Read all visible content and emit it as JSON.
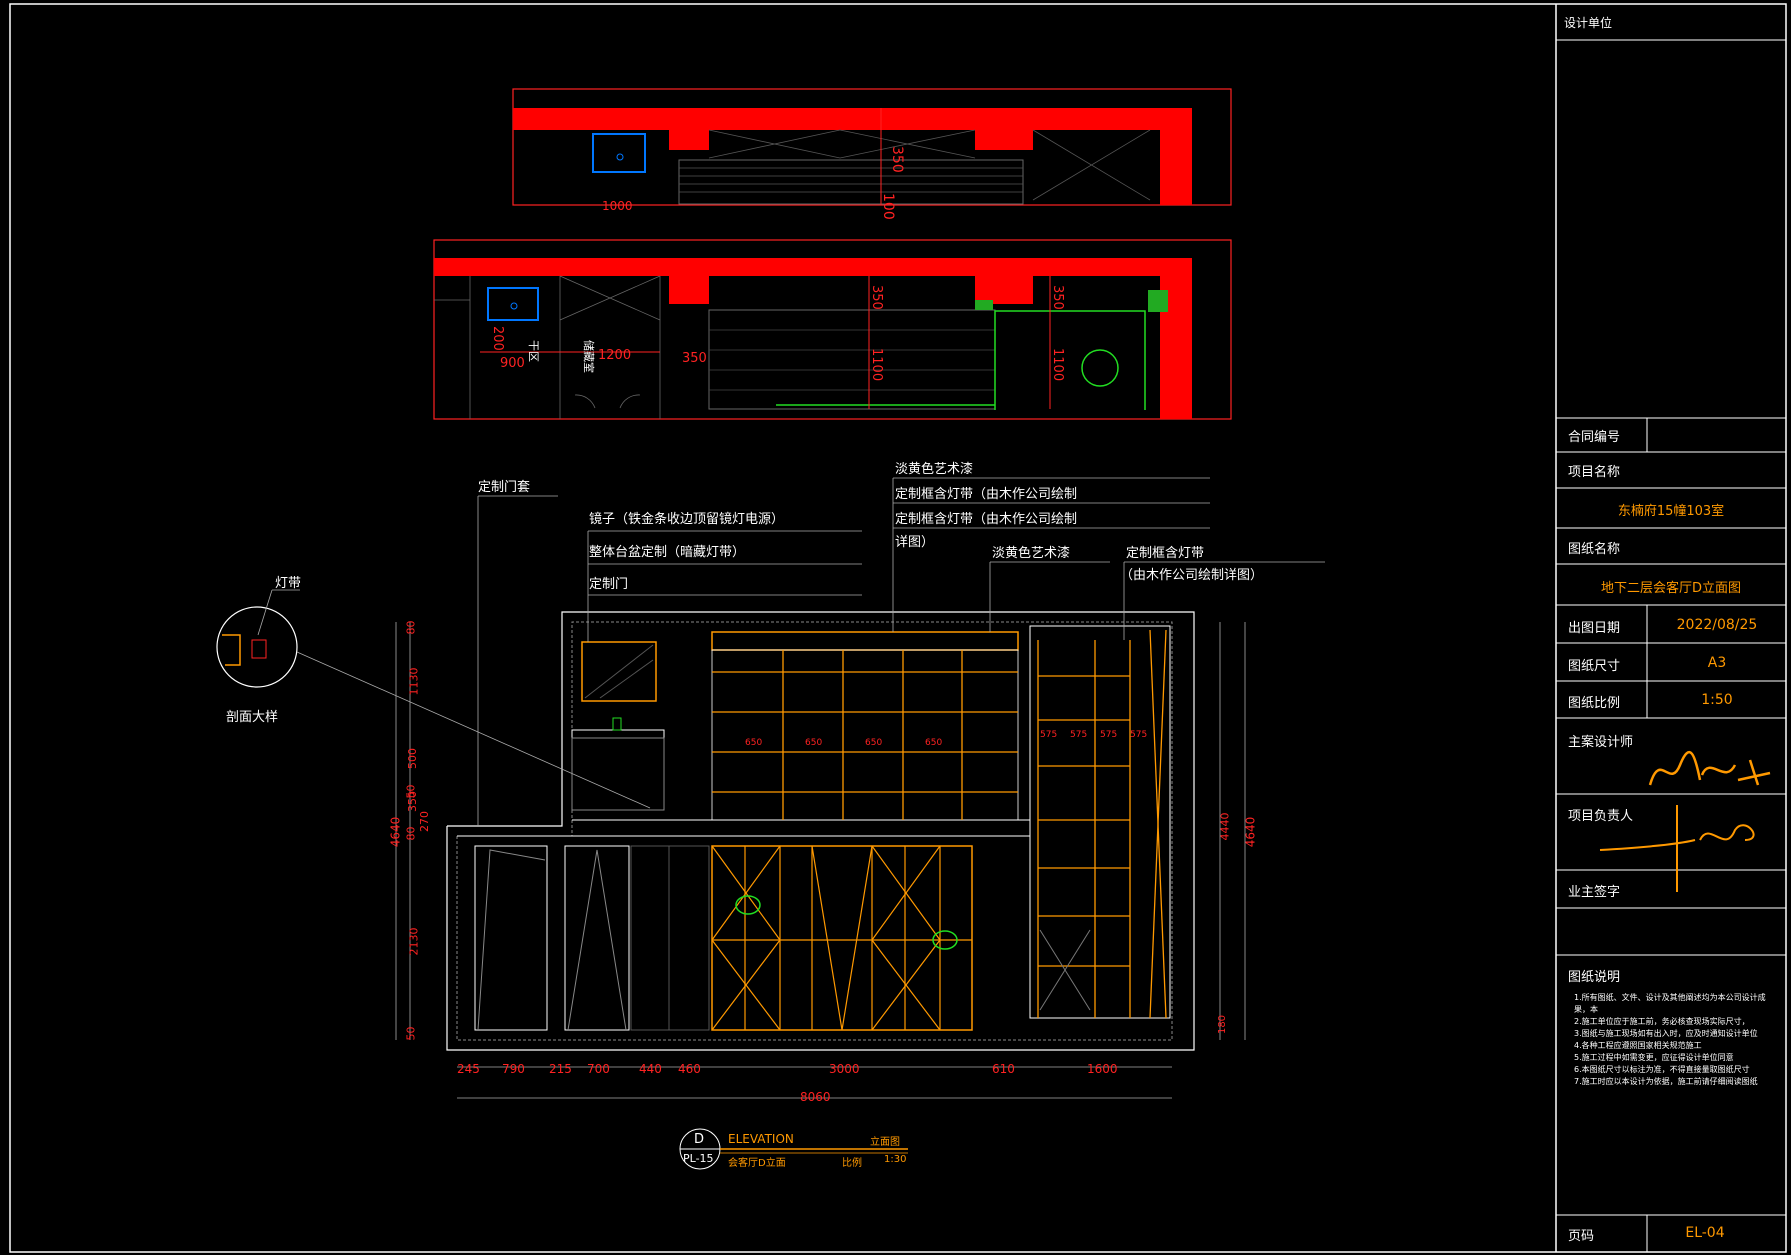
{
  "colors": {
    "background": "#000000",
    "frame": "#ffffff",
    "wall_fill": "#ff0000",
    "dimension": "#ff0000",
    "cabinet": "#ff9900",
    "sink": "#0077ff",
    "plant": "#22dd22",
    "titleblock_value": "#ff9900"
  },
  "title_block": {
    "design_unit_label": "设计单位",
    "contract_no_label": "合同编号",
    "contract_no_value": "",
    "project_name_label": "项目名称",
    "project_name_value": "东楠府15幢103室",
    "drawing_name_label": "图纸名称",
    "drawing_name_value": "地下二层会客厅D立面图",
    "date_label": "出图日期",
    "date_value": "2022/08/25",
    "paper_size_label": "图纸尺寸",
    "paper_size_value": "A3",
    "scale_label": "图纸比例",
    "scale_value": "1:50",
    "chief_designer_label": "主案设计师",
    "project_lead_label": "项目负责人",
    "owner_signature_label": "业主签字",
    "notes_title": "图纸说明",
    "notes": [
      "1.所有图纸、文件、设计及其他阐述均为本公司设计成果，本",
      "2.施工单位应于施工前，务必核查现场实际尺寸，",
      "3.图纸与施工现场如有出入时，应及时通知设计单位",
      "4.各种工程应遵照国家相关规范施工",
      "5.施工过程中如需变更，应征得设计单位同意",
      "6.本图纸尺寸以标注为准，不得直接量取图纸尺寸",
      "7.施工时应以本设计为依据，施工前请仔细阅读图纸"
    ],
    "page_label": "页码",
    "page_value": "EL-04"
  },
  "annotations": {
    "custom_door_cover": "定制门套",
    "mirror": "镜子（铁金条收边顶留镜灯电源）",
    "integral_basin": "整体台盆定制（暗藏灯带）",
    "custom_door": "定制门",
    "light_yellow_paint_1": "淡黄色艺术漆",
    "frame_light_strip_1": "定制框含灯带（由木作公司绘制",
    "frame_light_strip_2": "定制框含灯带（由木作公司绘制",
    "detail_drawing": "详图）",
    "light_yellow_paint_2": "淡黄色艺术漆",
    "frame_light_strip_3": "定制框含灯带",
    "frame_light_strip_3b": "（由木作公司绘制详图）",
    "light_strip": "灯带",
    "section_detail": "剖面大样"
  },
  "plan_labels": {
    "stand_100": "100",
    "stand_350": "350",
    "dim_1000": "1000",
    "l2_200": "200",
    "l2_900": "900",
    "l2_1200": "1200",
    "l2_350": "350",
    "l2_1100a": "1100",
    "l2_1100b": "1100",
    "l2_350b": "350",
    "l2_350c": "350",
    "room_dry": "干区",
    "room_wine": "储藏室"
  },
  "elevation_dims": {
    "bottom": [
      "245",
      "790",
      "215",
      "700",
      "440",
      "460",
      "3000",
      "610",
      "1600"
    ],
    "total": "8060",
    "left_parts": [
      "80",
      "1130",
      "500",
      "50",
      "350",
      "80",
      "270",
      "2130",
      "50"
    ],
    "left_total": "4640",
    "right_parts": [
      "4440",
      "180"
    ],
    "right_total": "4640",
    "shelf_dims": [
      "650",
      "650",
      "650",
      "650",
      "575",
      "575",
      "575",
      "575"
    ]
  },
  "elevation_title": {
    "marker_letter": "D",
    "marker_ref": "PL-15",
    "title_en": "ELEVATION",
    "title_cn": "立面图",
    "subtitle": "会客厅D立面",
    "scale_label": "比例",
    "scale_value": "1:30"
  }
}
